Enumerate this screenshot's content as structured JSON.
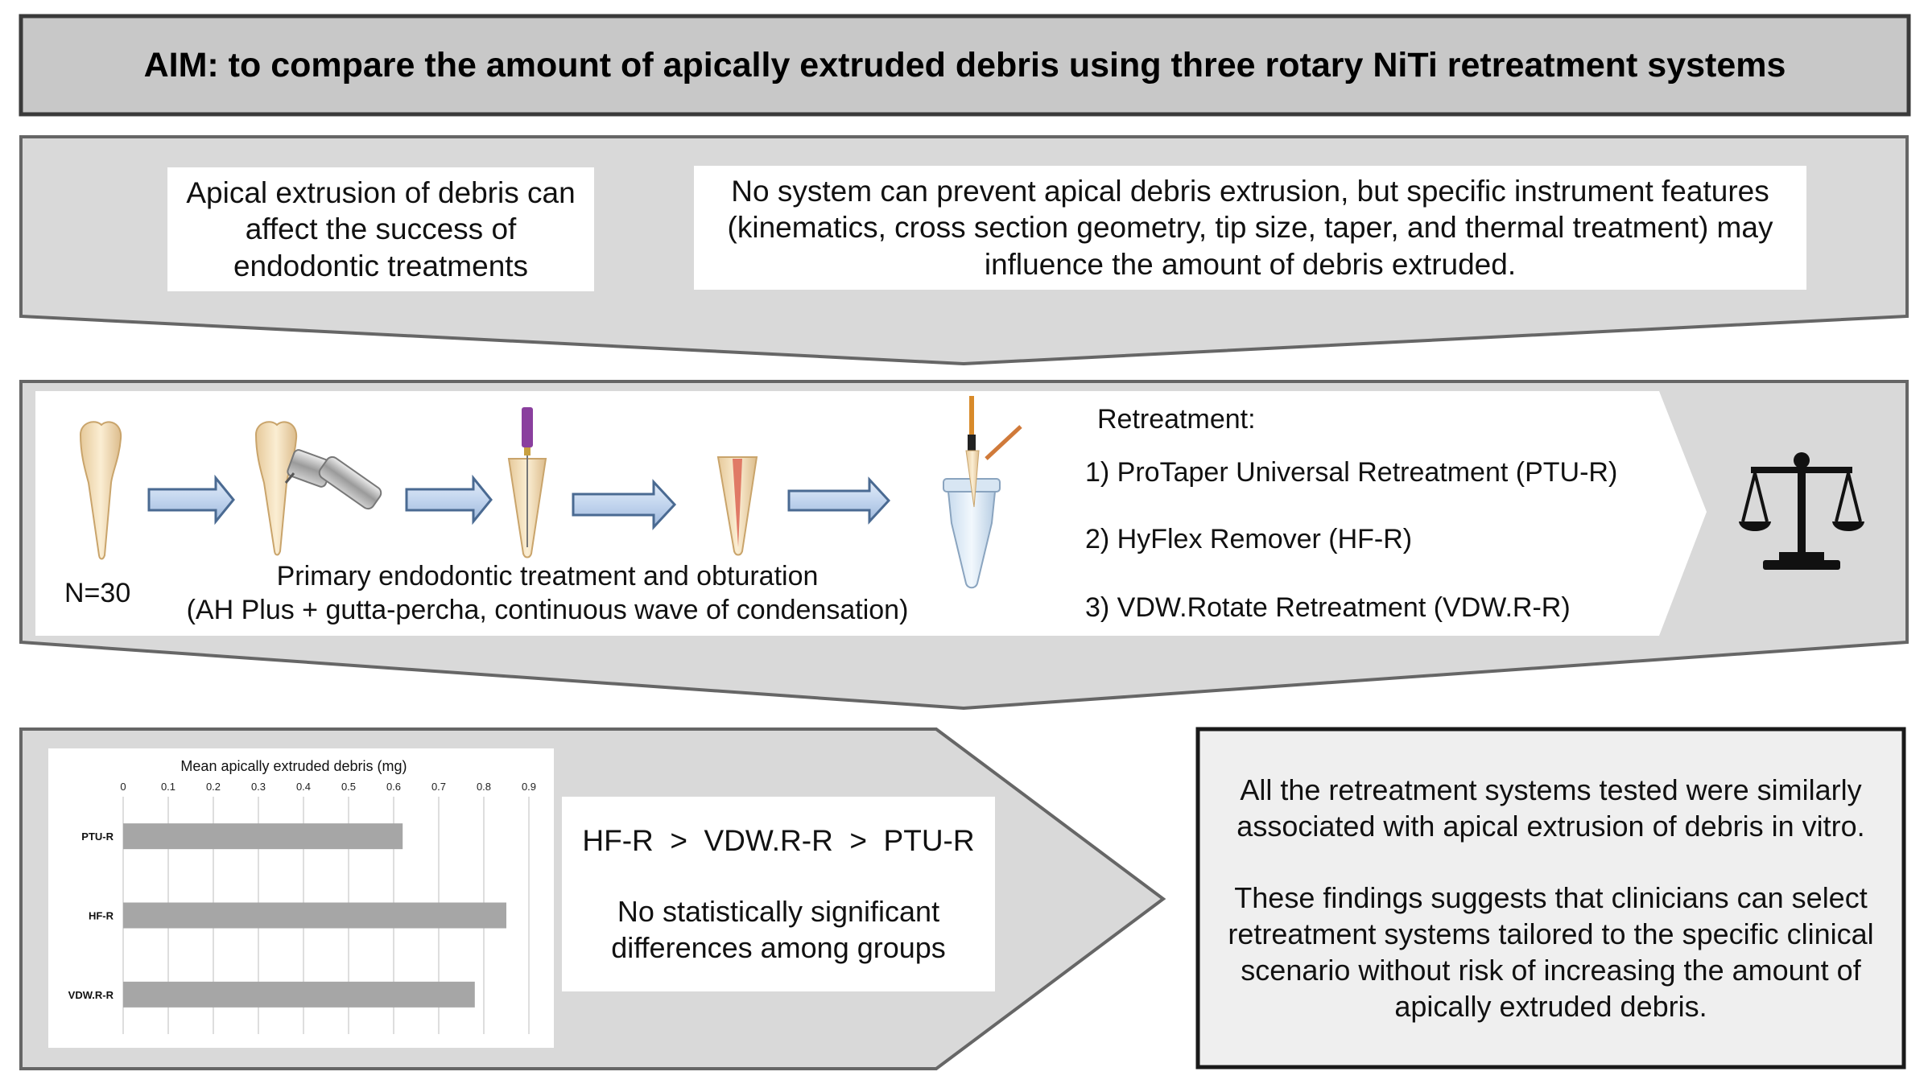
{
  "title": "AIM: to compare the amount of apically extruded debris using three rotary NiTi retreatment systems",
  "background": {
    "left_box": "Apical extrusion of debris can affect the success of endodontic treatments",
    "right_box": "No system can prevent apical debris extrusion, but specific instrument features (kinematics, cross section geometry, tip size, taper, and thermal treatment) may influence the amount of debris extruded."
  },
  "methods": {
    "sample_size": "N=30",
    "primary_line1": "Primary endodontic treatment and obturation",
    "primary_line2": "(AH Plus + gutta-percha, continuous wave of condensation)",
    "retreatment_heading": "Retreatment:",
    "systems": [
      "1) ProTaper Universal Retreatment (PTU-R)",
      "2) HyFlex Remover (HF-R)",
      "3) VDW.Rotate Retreatment (VDW.R-R)"
    ],
    "icons": [
      "tooth-icon",
      "handpiece-icon",
      "file-in-tooth-icon",
      "obturated-tooth-icon",
      "eppendorf-tube-icon",
      "arrow-right-icon",
      "scales-icon"
    ]
  },
  "results": {
    "ranking": "HF-R  >  VDW.R-R  >  PTU-R",
    "significance": "No statistically significant differences among groups"
  },
  "chart_data": {
    "type": "bar",
    "orientation": "horizontal",
    "title": "Mean apically extruded debris (mg)",
    "categories": [
      "PTU-R",
      "HF-R",
      "VDW.R-R"
    ],
    "values": [
      0.62,
      0.85,
      0.78
    ],
    "xlim": [
      0,
      0.9
    ],
    "ticks": [
      "0",
      "0.1",
      "0.2",
      "0.3",
      "0.4",
      "0.5",
      "0.6",
      "0.7",
      "0.8",
      "0.9"
    ],
    "grid": true,
    "bar_color": "#a6a6a6"
  },
  "conclusion": {
    "p1": "All the retreatment systems tested were similarly associated with apical extrusion of debris in vitro.",
    "p2": "These findings suggests that clinicians can select retreatment systems tailored to the specific clinical scenario without risk of increasing the amount of apically extruded debris."
  },
  "colors": {
    "panel_gray": "#d9d9d9",
    "title_gray": "#c8c8c8",
    "border": "#555555",
    "arrow_fill": "#c9daf2",
    "arrow_stroke": "#4a6a92"
  }
}
